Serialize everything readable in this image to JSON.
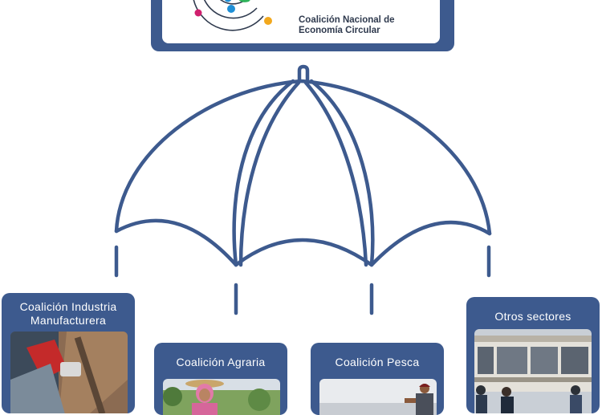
{
  "logo": {
    "title": "Coalición Nacional de Economía Circular"
  },
  "coalitions": [
    {
      "label": "Coalición  Industria Manufacturera"
    },
    {
      "label": "Coalición Agraria"
    },
    {
      "label": "Coalición Pesca"
    },
    {
      "label": "Otros sectores"
    }
  ],
  "colors": {
    "brand_blue": "#3d5a8e",
    "logo_magenta": "#d0206e",
    "logo_blue": "#1e8fd6",
    "logo_green": "#2eb35a",
    "logo_yellow": "#f2a81d"
  }
}
